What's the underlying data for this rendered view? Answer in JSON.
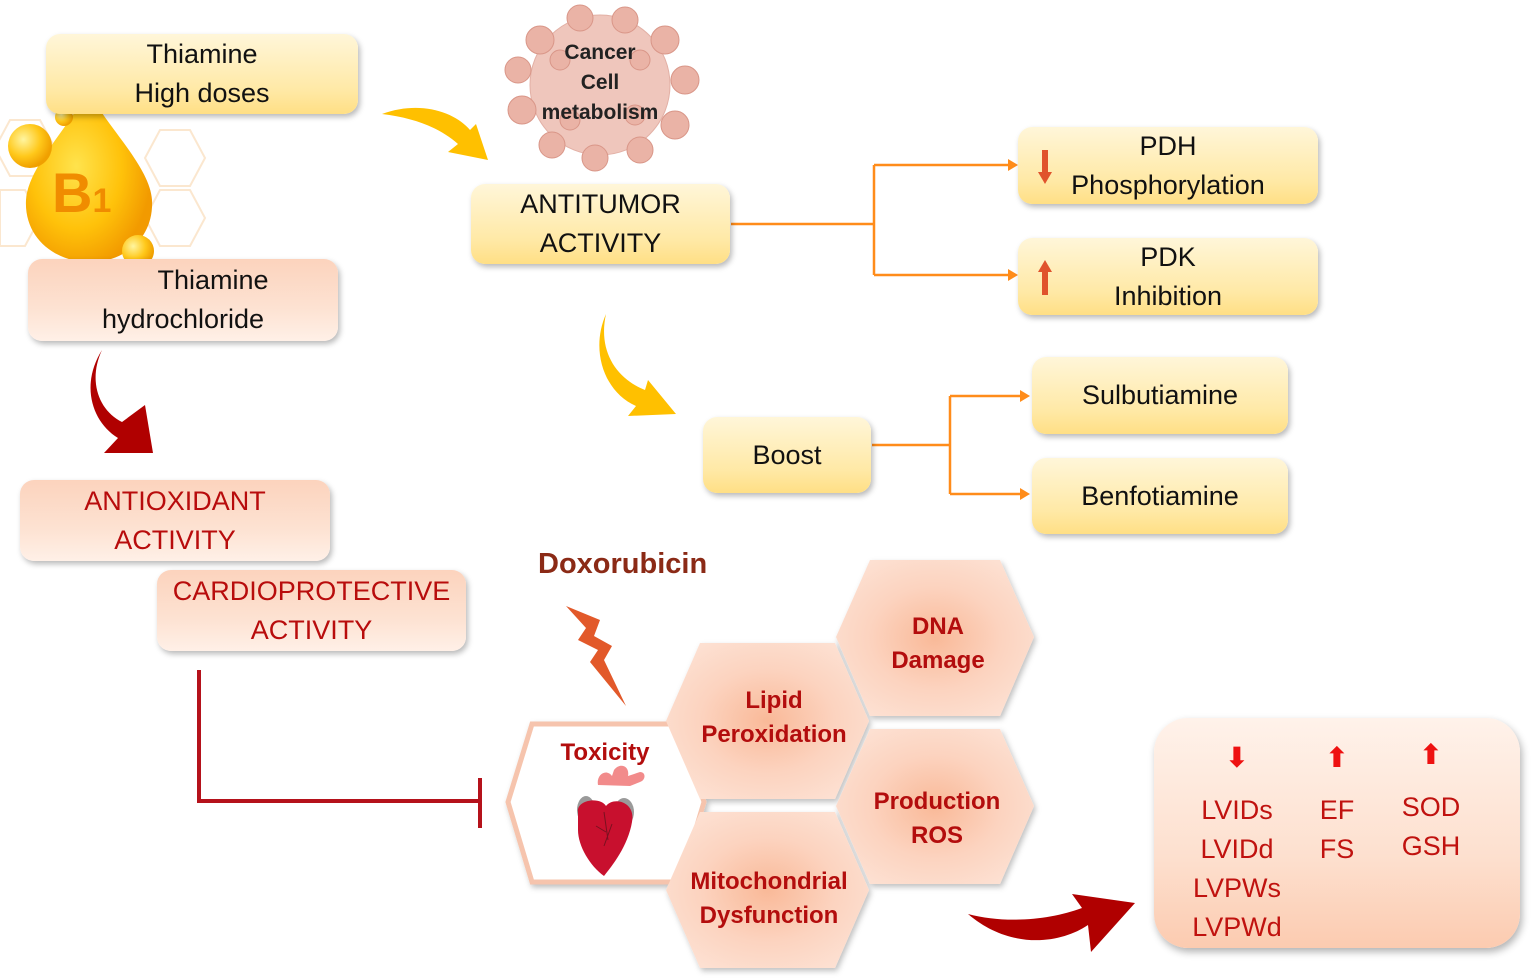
{
  "figure": {
    "vitamin_badge": {
      "label": "B",
      "subscript": "1"
    },
    "thiamine_high_doses": {
      "lines": [
        "Thiamine",
        "High doses"
      ]
    },
    "thiamine_hydrochloride": {
      "lines": [
        "Thiamine",
        "hydrochloride"
      ]
    },
    "cancer_cell": {
      "lines": [
        "Cancer",
        "Cell",
        "metabolism"
      ]
    },
    "antitumor": {
      "lines": [
        "ANTITUMOR",
        "ACTIVITY"
      ]
    },
    "pdh": {
      "lines": [
        "PDH",
        "Phosphorylation"
      ],
      "trend": "down"
    },
    "pdk": {
      "lines": [
        "PDK",
        "Inhibition"
      ],
      "trend": "up"
    },
    "boost": {
      "label": "Boost"
    },
    "sulbutiamine": {
      "label": "Sulbutiamine"
    },
    "benfotiamine": {
      "label": "Benfotiamine"
    },
    "antioxidant": {
      "lines": [
        "ANTIOXIDANT",
        "ACTIVITY"
      ]
    },
    "cardioprotective": {
      "lines": [
        "CARDIOPROTECTIVE",
        "ACTIVITY"
      ]
    },
    "doxorubicin": {
      "label": "Doxorubicin"
    },
    "hexagons": {
      "toxicity": {
        "label": "Toxicity"
      },
      "lipid": {
        "lines": [
          "Lipid",
          "Peroxidation"
        ]
      },
      "dna": {
        "lines": [
          "DNA",
          "Damage"
        ]
      },
      "ros": {
        "lines": [
          "Production",
          "ROS"
        ]
      },
      "mito": {
        "lines": [
          "Mitochondrial",
          "Dysfunction"
        ]
      }
    },
    "results": {
      "columns": [
        {
          "trend": "down",
          "arrow": "⬇",
          "items": [
            "LVIDs",
            "LVIDd",
            "LVPWs",
            "LVPWd"
          ]
        },
        {
          "trend": "up",
          "arrow": "⬆",
          "items": [
            "EF",
            "FS"
          ]
        },
        {
          "trend": "up",
          "arrow": "⬆",
          "items": [
            "SOD",
            "GSH"
          ]
        }
      ]
    },
    "colors": {
      "yellow_arrow": "#ffc000",
      "dark_red_arrow": "#b00000",
      "orange_connector": "#ff8c1a",
      "inhibition_line": "#b5121b",
      "hex_fill": "#fcd5c0",
      "hex_text": "#b30d0d"
    }
  }
}
